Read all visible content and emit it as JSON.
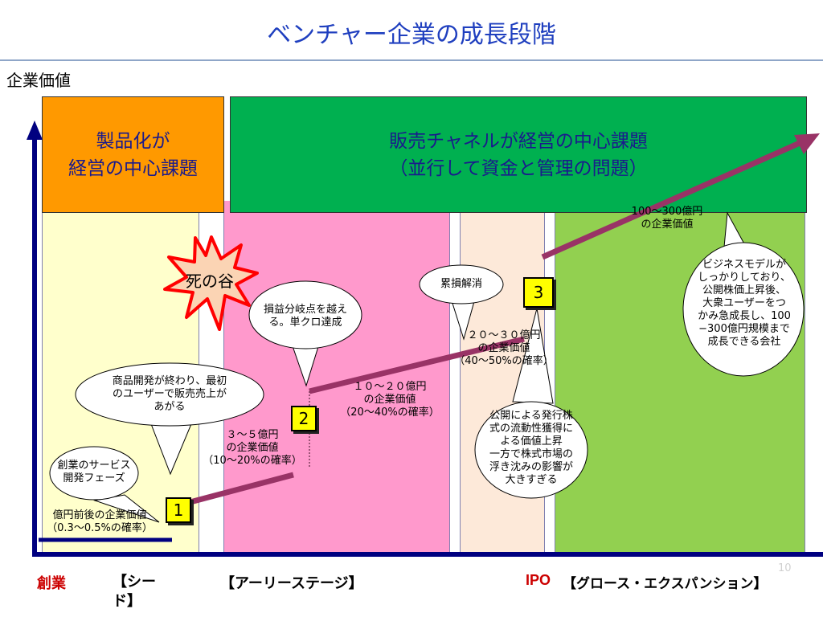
{
  "title": "ベンチャー企業の成長段階",
  "y_axis_label": "企業価値",
  "header_product": [
    "製品化が",
    "経営の中心課題"
  ],
  "header_sales": [
    "販売チャネルが経営の中心課題",
    "（並行して資金と管理の問題）"
  ],
  "death_valley": "死の谷",
  "bubbles": {
    "founding": [
      "創業のサービス",
      "開発フェーズ"
    ],
    "first_sales": [
      "商品開発が終わり、最初",
      "のユーザーで販売売上が",
      "あがる"
    ],
    "breakeven": [
      "損益分岐点を越え",
      "る。単クロ達成"
    ],
    "cumulative": [
      "累損解消"
    ],
    "ipo_liquidity": [
      "公開による発行株",
      "式の流動性獲得に",
      "よる価値上昇",
      "一方で株式市場の",
      "浮き沈みの影響が",
      "大きすぎる"
    ],
    "business_model": [
      "ビジネスモデルが",
      "しっかりしており、",
      "公開株価上昇後、",
      "大衆ユーザーをつ",
      "かみ急成長し、100",
      "−300億円規模まで",
      "成長できる会社"
    ]
  },
  "value_labels": {
    "stage1": [
      "億円前後の企業価値",
      "（0.3〜0.5%の確率）"
    ],
    "stage2": [
      "３〜５億円",
      "の企業価値",
      "（10〜20%の確率）"
    ],
    "stage2b": [
      "１０〜２０億円",
      "の企業価値",
      "（20〜40%の確率）"
    ],
    "stage3": [
      "２０〜３０億円",
      "の企業価値",
      "（40〜50%の確率）"
    ],
    "stage4": [
      "100〜300億円",
      "の企業価値"
    ]
  },
  "steps": [
    "1",
    "2",
    "3"
  ],
  "bottom_labels": {
    "founding": "創業",
    "seed_line1": "【シー",
    "seed_line2": "ド】",
    "early": "【アーリーステージ】",
    "ipo": "IPO",
    "growth": "【グロース・エクスパンション】"
  },
  "page_number": "10",
  "colors": {
    "title": "#1f3fbf",
    "axis": "#000080",
    "header_product": "#ff9900",
    "header_sales": "#00b050",
    "band_seed": "#ffffcc",
    "band_early": "#ff99cc",
    "band_pre_ipo": "#fde9d9",
    "band_growth": "#92d050",
    "growth_line": "#993366",
    "step_box": "#ffff00",
    "death_valley": "#ff0000"
  }
}
